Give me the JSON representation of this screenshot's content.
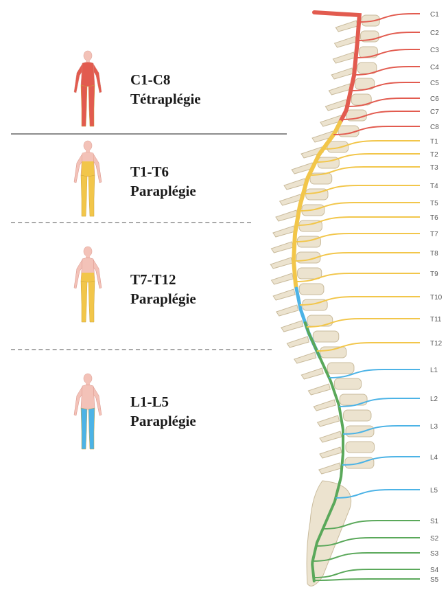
{
  "colors": {
    "cervical": "#e25b4f",
    "thoracic": "#f2c64a",
    "lumbar": "#4cb3e6",
    "sacral": "#5aa85a",
    "bone": "#ece3cf",
    "skin": "#f3c2b8"
  },
  "sections": [
    {
      "range": "C1-C8",
      "label": "Tétraplégie",
      "region": "cervical"
    },
    {
      "range": "T1-T6",
      "label": "Paraplégie",
      "region": "thoracic"
    },
    {
      "range": "T7-T12",
      "label": "Paraplégie",
      "region": "thoracic"
    },
    {
      "range": "L1-L5",
      "label": "Paraplégie",
      "region": "lumbar"
    }
  ],
  "nerves": [
    {
      "name": "C1",
      "region": "cervical"
    },
    {
      "name": "C2",
      "region": "cervical"
    },
    {
      "name": "C3",
      "region": "cervical"
    },
    {
      "name": "C4",
      "region": "cervical"
    },
    {
      "name": "C5",
      "region": "cervical"
    },
    {
      "name": "C6",
      "region": "cervical"
    },
    {
      "name": "C7",
      "region": "cervical"
    },
    {
      "name": "C8",
      "region": "cervical"
    },
    {
      "name": "T1",
      "region": "thoracic"
    },
    {
      "name": "T2",
      "region": "thoracic"
    },
    {
      "name": "T3",
      "region": "thoracic"
    },
    {
      "name": "T4",
      "region": "thoracic"
    },
    {
      "name": "T5",
      "region": "thoracic"
    },
    {
      "name": "T6",
      "region": "thoracic"
    },
    {
      "name": "T7",
      "region": "thoracic"
    },
    {
      "name": "T8",
      "region": "thoracic"
    },
    {
      "name": "T9",
      "region": "thoracic"
    },
    {
      "name": "T10",
      "region": "thoracic"
    },
    {
      "name": "T11",
      "region": "thoracic"
    },
    {
      "name": "T12",
      "region": "thoracic"
    },
    {
      "name": "L1",
      "region": "lumbar"
    },
    {
      "name": "L2",
      "region": "lumbar"
    },
    {
      "name": "L3",
      "region": "lumbar"
    },
    {
      "name": "L4",
      "region": "lumbar"
    },
    {
      "name": "L5",
      "region": "lumbar"
    },
    {
      "name": "S1",
      "region": "sacral"
    },
    {
      "name": "S2",
      "region": "sacral"
    },
    {
      "name": "S3",
      "region": "sacral"
    },
    {
      "name": "S4",
      "region": "sacral"
    },
    {
      "name": "S5",
      "region": "sacral"
    }
  ]
}
